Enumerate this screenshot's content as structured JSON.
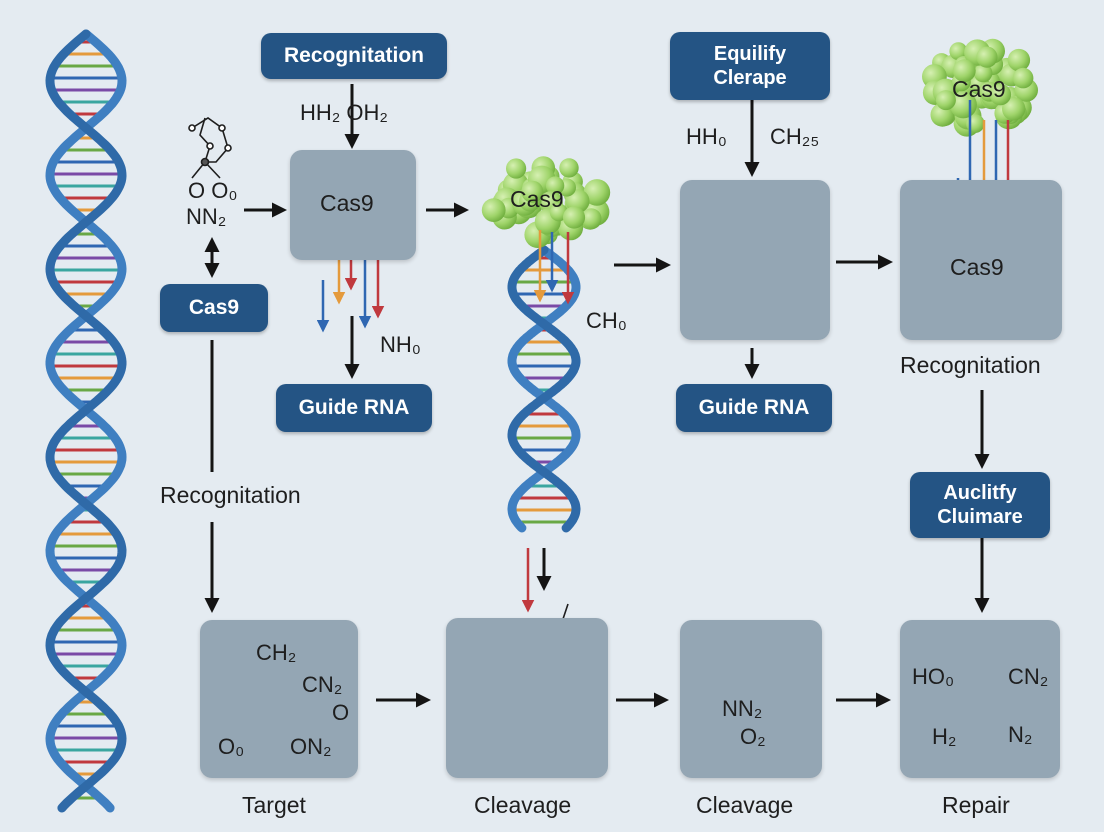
{
  "labels": {
    "recognition_top": "Recognitation",
    "equilify_line1": "Equilify",
    "equilify_line2": "Clerape",
    "cas9_left_pill": "Cas9",
    "guide_rna_1": "Guide RNA",
    "guide_rna_2": "Guide RNA",
    "auclitfy_line1": "Auclitfy",
    "auclitfy_line2": "Cluimare",
    "cas9_box": "Cas9",
    "cas9_blob_1": "Cas9",
    "cas9_blob_2": "Cas9",
    "cas9_right_box": "Cas9",
    "recognition_left": "Recognitation",
    "recognition_right": "Recognitation",
    "target": "Target",
    "cleavage_1": "Cleavage",
    "cleavage_2": "Cleavage",
    "repair": "Repair"
  },
  "formulas": {
    "hh2_oh2": "HH₂ OH₂",
    "hh0": "HH₀",
    "ch25": "CH₂₅",
    "oo": "O O₀",
    "nn2": "NN₂",
    "nh0": "NH₀",
    "ch0": "CH₀",
    "ch2": "CH₂",
    "cn2_left": "CN₂",
    "o_left": "O",
    "o0": "O₀",
    "on2": "ON₂",
    "nn2_bottom": "NN₂",
    "o2": "O₂",
    "ho0": "HO₀",
    "cn2_right": "CN₂",
    "h2": "H₂",
    "n2": "N₂"
  },
  "colors": {
    "background": "#e4ebf1",
    "pill": "#245484",
    "box": "#94a6b4",
    "dna_blue": "#3f7fc1",
    "cas9_green": "#9fd46a",
    "rung_red": "#c0393e",
    "rung_orange": "#e49a3c",
    "rung_green": "#69a845",
    "rung_blue": "#2f67b2",
    "rung_purple": "#7a4aa6",
    "rung_teal": "#3aa6a0",
    "arrow": "#141414"
  },
  "icons": [
    "dna-helix-icon",
    "cas9-protein-icon",
    "molecule-icon",
    "arrow-icon"
  ]
}
